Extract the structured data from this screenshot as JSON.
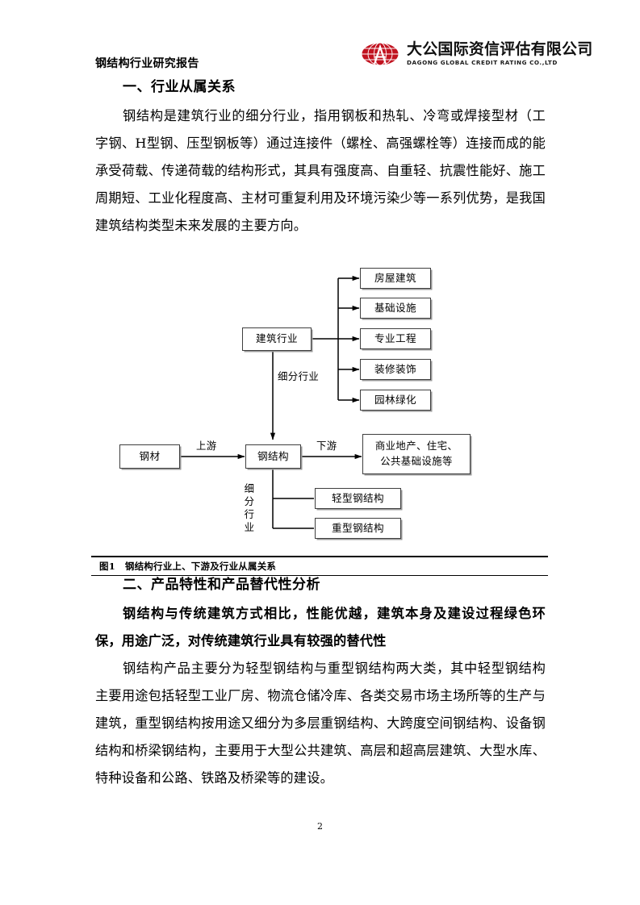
{
  "header": {
    "document_title": "钢结构行业研究报告",
    "logo": {
      "company_cn": "大公国际资信评估有限公司",
      "company_en": "DAGONG GLOBAL CREDIT RATING CO.,LTD",
      "brand_color": "#c1121f",
      "mark_name": "dagong-globe-logo"
    }
  },
  "sections": {
    "heading_1": "一、行业从属关系",
    "paragraph_1": "钢结构是建筑行业的细分行业，指用钢板和热轧、冷弯或焊接型材（工字钢、H型钢、压型钢板等）通过连接件（螺栓、高强螺栓等）连接而成的能承受荷载、传递荷载的结构形式，其具有强度高、自重轻、抗震性能好、施工周期短、工业化程度高、主材可重复利用及环境污染少等一系列优势，是我国建筑结构类型未来发展的主要方向。",
    "heading_2": "二、产品特性和产品替代性分析",
    "paragraph_bold": "钢结构与传统建筑方式相比，性能优越，建筑本身及建设过程绿色环保，用途广泛，对传统建筑行业具有较强的替代性",
    "paragraph_2": "钢结构产品主要分为轻型钢结构与重型钢结构两大类，其中轻型钢结构主要用途包括轻型工业厂房、物流仓储冷库、各类交易市场主场所等的生产与建筑，重型钢结构按用途又细分为多层重钢结构、大跨度空间钢结构、设备钢结构和桥梁钢结构，主要用于大型公共建筑、高层和超高层建筑、大型水库、特种设备和公路、铁路及桥梁等的建设。"
  },
  "figure": {
    "caption_number": "图1",
    "caption_text": "钢结构行业上、下游及行业从属关系",
    "nodes": {
      "construction_industry": "建筑行业",
      "house_building": "房屋建筑",
      "infrastructure": "基础设施",
      "professional_engineering": "专业工程",
      "decoration": "装修装饰",
      "landscaping": "园林绿化",
      "steel_material": "钢材",
      "steel_structure": "钢结构",
      "downstream_markets": "商业地产、住宅、\n公共基础设施等",
      "light_steel_structure": "轻型钢结构",
      "heavy_steel_structure": "重型钢结构"
    },
    "edge_labels": {
      "sub_industry_top": "细分行业",
      "upstream": "上游",
      "downstream": "下游",
      "sub_industry_bottom": "细分行业"
    }
  },
  "footer": {
    "page_number": "2"
  }
}
